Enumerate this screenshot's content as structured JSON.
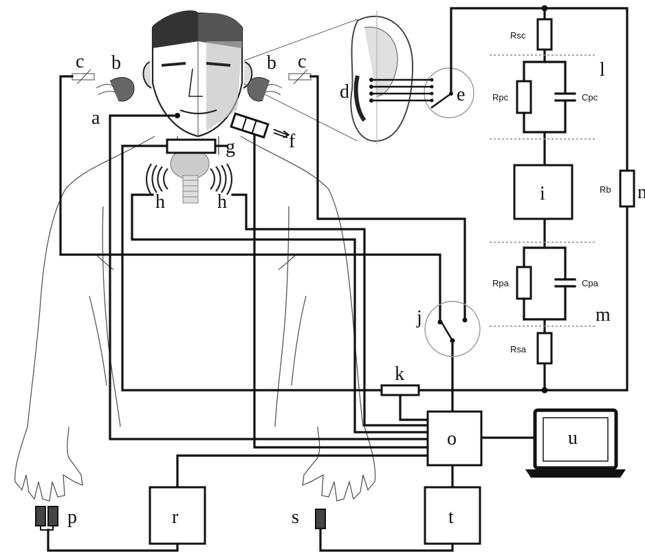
{
  "labels": {
    "a": "a",
    "b_left": "b",
    "b_right": "b",
    "c_left": "c",
    "c_right": "c",
    "d": "d",
    "e": "e",
    "f": "f",
    "g": "g",
    "h_left": "h",
    "h_right": "h",
    "i": "i",
    "j": "j",
    "k": "k",
    "l": "l",
    "m": "m",
    "n": "n",
    "o": "o",
    "p": "p",
    "r": "r",
    "s": "s",
    "t": "t",
    "u": "u"
  },
  "components": {
    "rsc": "Rsc",
    "rpc": "Rpc",
    "cpc": "Cpc",
    "rb": "Rb",
    "rpa": "Rpa",
    "cpa": "Cpa",
    "rsa": "Rsa"
  }
}
